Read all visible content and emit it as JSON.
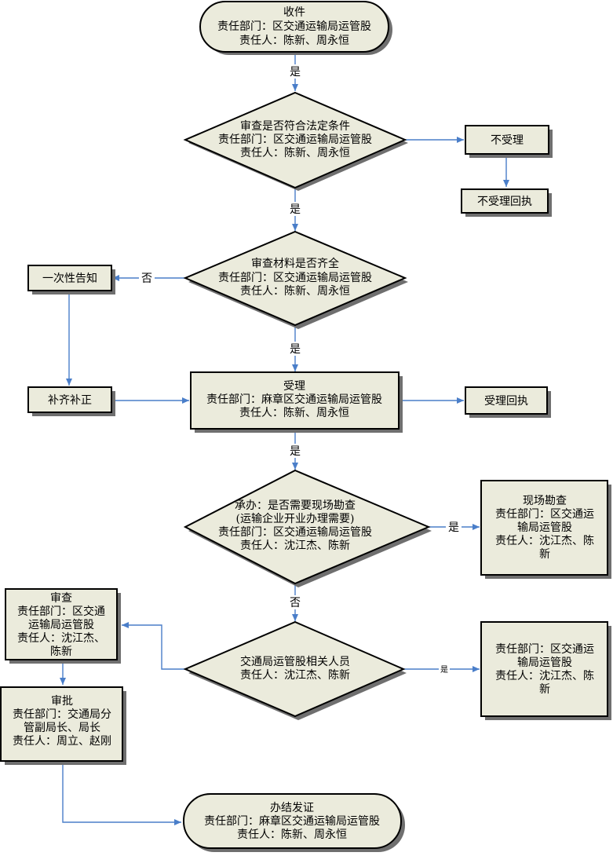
{
  "nodes": {
    "start": {
      "lines": [
        "收件",
        "责任部门：区交通运输局运管股",
        "责任人：陈新、周永恒"
      ]
    },
    "legal_check": {
      "lines": [
        "审查是否符合法定条件",
        "责任部门：区交通运输局运管股",
        "责任人：陈新、周永恒"
      ]
    },
    "reject": {
      "lines": [
        "不受理"
      ]
    },
    "reject_receipt": {
      "lines": [
        "不受理回执"
      ]
    },
    "material_check": {
      "lines": [
        "审查材料是否齐全",
        "责任部门：区交通运输局运管股",
        "责任人：陈新、周永恒"
      ]
    },
    "notify_once": {
      "lines": [
        "一次性告知"
      ]
    },
    "supplement": {
      "lines": [
        "补齐补正"
      ]
    },
    "accept": {
      "lines": [
        "受理",
        "责任部门：麻章区交通运输局运管股",
        "责任人：陈新、周永恒"
      ]
    },
    "accept_receipt": {
      "lines": [
        "受理回执"
      ]
    },
    "undertake": {
      "lines": [
        "承办：是否需要现场勘查",
        "(运输企业开业办理需要)",
        "责任部门：区交通运输局运管股",
        "责任人：沈江杰、陈新"
      ]
    },
    "site_survey": {
      "lines": [
        "现场勘查",
        "责任部门：区交通运",
        "输局运管股",
        "责任人：沈江杰、陈",
        "新"
      ]
    },
    "staff": {
      "lines": [
        "交通局运管股相关人员",
        "责任人：沈江杰、陈新"
      ]
    },
    "staff_side": {
      "lines": [
        "责任部门：区交通运",
        "输局运管股",
        "责任人：沈江杰、陈",
        "新"
      ]
    },
    "review": {
      "lines": [
        "审查",
        "责任部门：区交通",
        "运输局运管股",
        "责任人：沈江杰、",
        "陈新"
      ]
    },
    "approve": {
      "lines": [
        "审批",
        "责任部门：交通局分",
        "管副局长、局长",
        "责任人：周立、赵刚"
      ]
    },
    "finish": {
      "lines": [
        "办结发证",
        "责任部门：麻章区交通运输局运管股",
        "责任人：陈新、周永恒"
      ]
    }
  },
  "edge_labels": {
    "yes1": "是",
    "yes2": "是",
    "no1": "否",
    "yes3": "是",
    "yes4": "是",
    "yes5": "是",
    "no2": "否",
    "yes6": "是"
  }
}
